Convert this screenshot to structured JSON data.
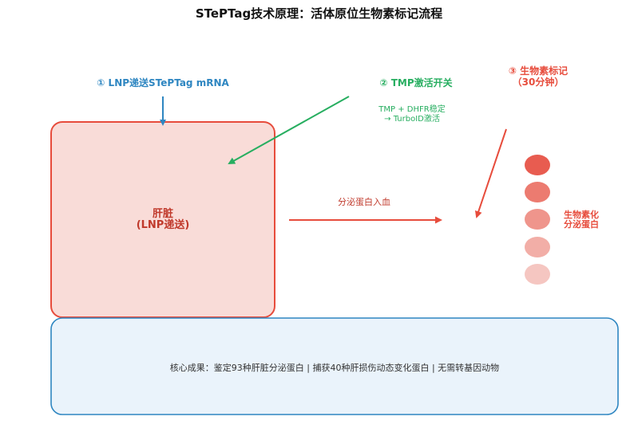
{
  "title": "STePTag技术原理：活体原位生物素标记流程",
  "steps": {
    "step1": "① LNP递送STePTag mRNA",
    "step2": "② TMP激活开关",
    "step2_detail": [
      "TMP + DHFR稳定",
      "→ TurboID激活"
    ],
    "step3": [
      "③ 生物素标记",
      "（30分钟）"
    ]
  },
  "liver": {
    "lines": [
      "肝脏",
      "(LNP递送)"
    ]
  },
  "secretion_label": "分泌蛋白入血",
  "biotinylated_label": [
    "生物素化",
    "分泌蛋白"
  ],
  "summary": "核心成果：鉴定93种肝脏分泌蛋白 | 捕获40种肝损伤动态变化蛋白 | 无需转基因动物",
  "colors": {
    "step1": "#2e86c1",
    "step2": "#27ae60",
    "step3": "#e74c3c",
    "liver_fill": "#f9dcd8",
    "liver_stroke": "#e74c3c",
    "summary_fill": "#eaf3fb",
    "summary_stroke": "#2e86c1",
    "dots": [
      "#e85c50",
      "#ec7b70",
      "#ef958c",
      "#f2aea7",
      "#f5c6c1"
    ]
  }
}
